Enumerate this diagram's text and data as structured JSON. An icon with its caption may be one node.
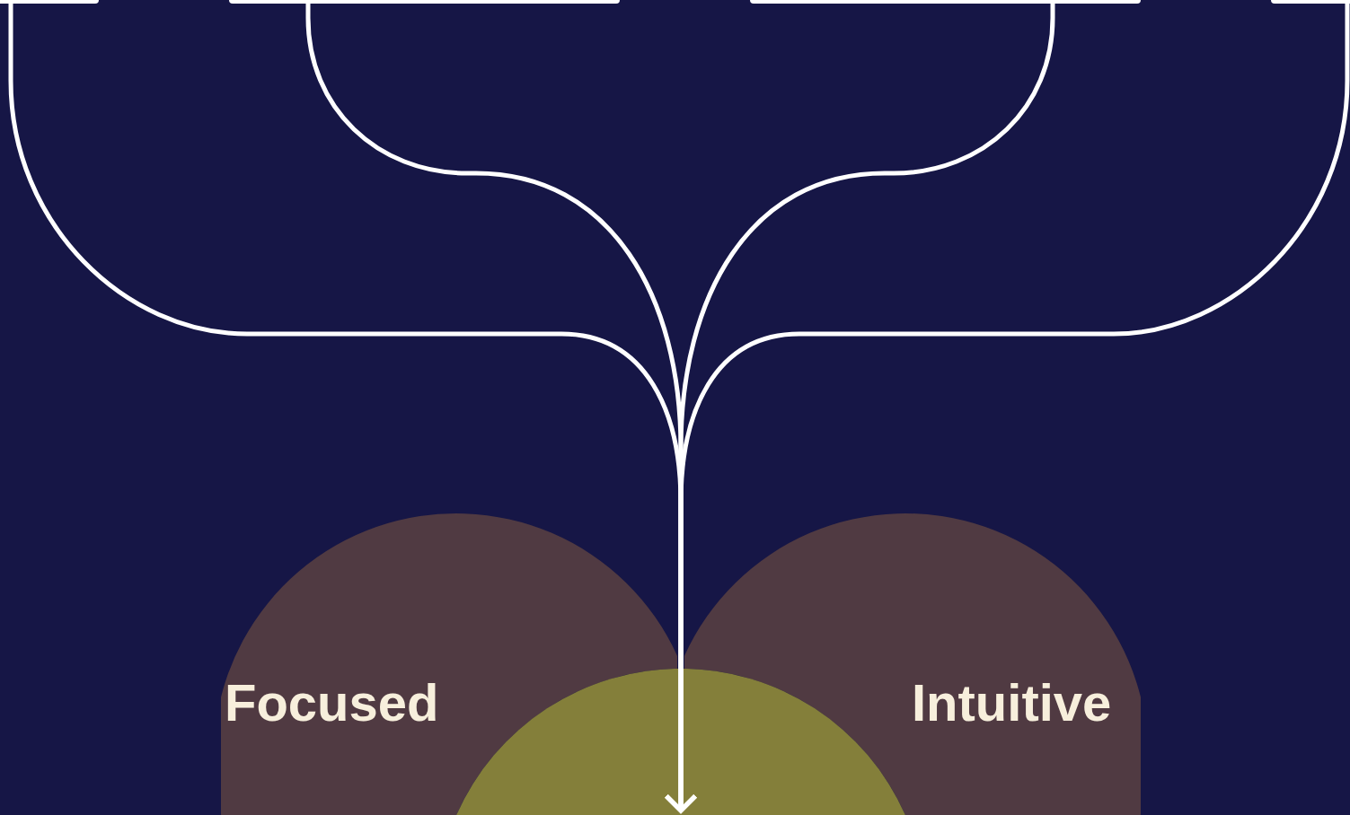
{
  "diagram": {
    "nodes": [
      {
        "text": [],
        "shape": "box"
      },
      {
        "text": [],
        "shape": "box"
      },
      {
        "text": [],
        "shape": "box"
      },
      {
        "text": [],
        "shape": "box"
      },
      {
        "text": [
          "Focused"
        ]
      },
      {
        "text": [
          "Intuitive"
        ]
      },
      {
        "text": [],
        "shape": "circle"
      }
    ],
    "edges": [
      {
        "from": 0,
        "to": 6,
        "arrow": "to"
      },
      {
        "from": 1,
        "to": 6,
        "arrow": "to"
      },
      {
        "from": 2,
        "to": 6,
        "arrow": "to"
      },
      {
        "from": 3,
        "to": 6,
        "arrow": "to"
      }
    ]
  }
}
